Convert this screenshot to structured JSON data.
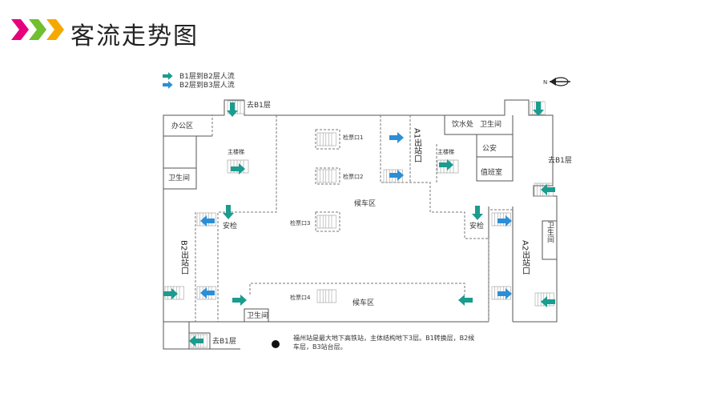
{
  "header": {
    "title": "客流走势图"
  },
  "legend": {
    "items": [
      {
        "label": "B1层到B2层人流",
        "color": "#1a9c8f"
      },
      {
        "label": "B2层到B3层人流",
        "color": "#2b8fd6"
      }
    ]
  },
  "colors": {
    "chevron1": "#e6007e",
    "chevron2": "#6fbf2f",
    "chevron3": "#f5a800",
    "green_arrow": "#1a9c8f",
    "blue_arrow": "#2b8fd6"
  },
  "plan": {
    "to_b1_top": "去B1层",
    "to_b1_bottom": "去B1层",
    "to_b1_right": "去B1层",
    "office": "办公区",
    "restroom_left": "卫生间",
    "restroom_bottom": "卫生间",
    "restroom_right": "卫生间",
    "stairs_left": "主楼梯",
    "stairs_right": "主楼梯",
    "security_left": "安检",
    "security_right": "安检",
    "gate1": "检票口1",
    "gate2": "检票口2",
    "gate3": "检票口3",
    "gate4": "检票口4",
    "waiting_top": "候车区",
    "waiting_bottom": "候车区",
    "exit_a1": "A1出站口",
    "exit_a2": "A2出站口",
    "exit_b2": "B2出站口",
    "drinks": "饮水处",
    "restroom_top": "卫生间",
    "police": "公安",
    "duty_room": "值班室",
    "note": "福州站是最大地下高铁站，主体结构地下3层。B1转换层，B2候车层，B3站台层。"
  }
}
